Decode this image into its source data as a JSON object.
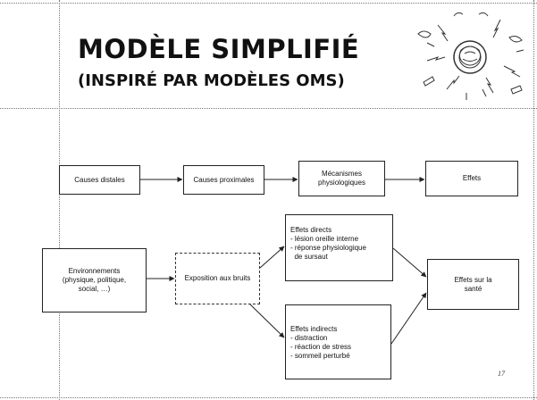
{
  "slide": {
    "title": "MODÈLE SIMPLIFIÉ",
    "subtitle": "(INSPIRÉ PAR MODÈLES OMS)",
    "page_number": "17"
  },
  "clipart": {
    "icon": "noise-illustration-icon"
  },
  "diagram": {
    "top_row": {
      "distal": "Causes distales",
      "proximal": "Causes proximales",
      "mechanisms": [
        "Mécanismes",
        "physiologiques"
      ],
      "effects": "Effets"
    },
    "environment": [
      "Environnements",
      "(physique, politique,",
      "social, …)"
    ],
    "exposure": "Exposition aux bruits",
    "direct_effects": [
      "Effets directs",
      "- lésion oreille interne",
      "- réponse physiologique",
      "  de sursaut"
    ],
    "indirect_effects": [
      "Effets indirects",
      "- distraction",
      "- réaction de stress",
      "- sommeil perturbé"
    ],
    "health_effects": [
      "Effets sur la",
      "santé"
    ]
  }
}
